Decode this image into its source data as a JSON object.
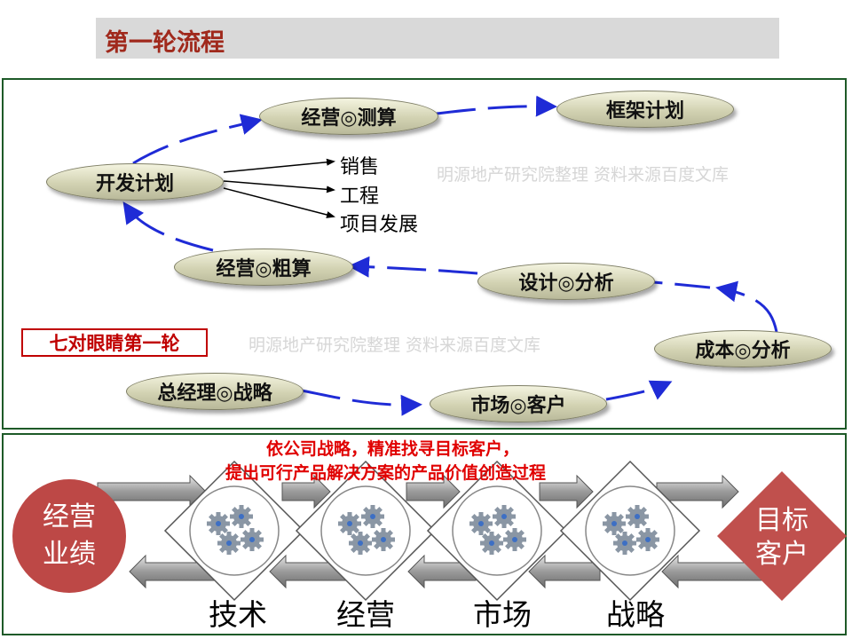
{
  "title": "第一轮流程",
  "flow": {
    "nodes": {
      "jy_cs": "经营◎测算",
      "kj_jh": "框架计划",
      "kf_jh": "开发计划",
      "jy_cus": "经营◎粗算",
      "sj_fx": "设计◎分析",
      "cb_fx": "成本◎分析",
      "zjl_zl": "总经理◎战略",
      "sc_kh": "市场◎客户"
    },
    "branches": [
      "销售",
      "工程",
      "项目发展"
    ],
    "red_label": "七对眼睛第一轮",
    "watermark_1": "明源地产研究院整理 资料来源百度文库",
    "watermark_2": "明源地产研究院整理 资料来源百度文库"
  },
  "bottom": {
    "note_line1": "依公司战略，精准找寻目标客户，",
    "note_line2": "提出可行产品解决方案的产品价值创造过程",
    "left_circle": [
      "经营",
      "业绩"
    ],
    "right_diamond": [
      "目标",
      "客户"
    ],
    "stages": [
      "技术",
      "经营",
      "市场",
      "战略"
    ]
  },
  "colors": {
    "title_text": "#a0291c",
    "flow_arrow": "#1f2bd6",
    "panel_border": "#1e5a28",
    "red": "#c00000",
    "circle_fill": "#bd4846",
    "diamond_fill": "#c0504d"
  }
}
